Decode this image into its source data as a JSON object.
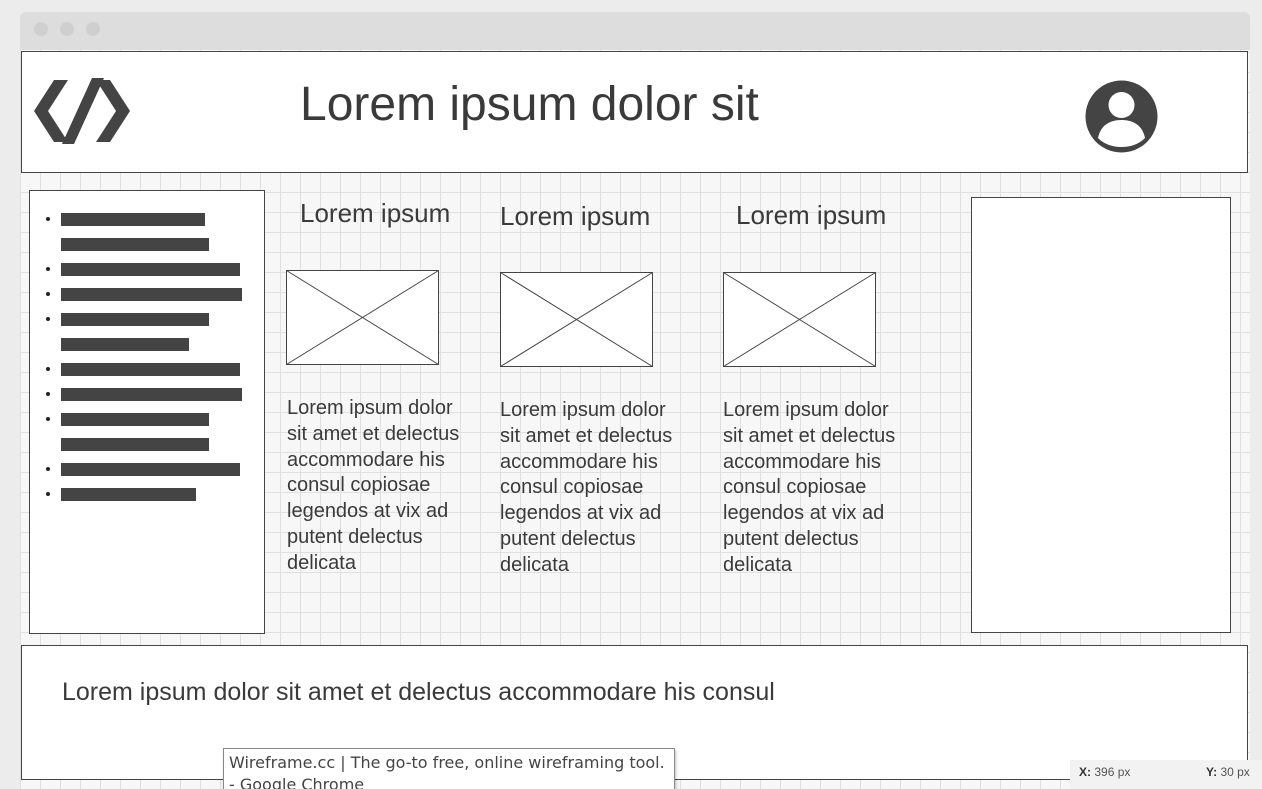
{
  "header": {
    "title": "Lorem ipsum dolor sit",
    "logo_icon": "code-slash-icon",
    "avatar_icon": "user-avatar-icon"
  },
  "sidebar": {
    "items": [
      {
        "bullet": true,
        "bar_fraction": 0.78
      },
      {
        "bullet": false,
        "bar_fraction": 0.8
      },
      {
        "bullet": true,
        "bar_fraction": 0.97
      },
      {
        "bullet": true,
        "bar_fraction": 0.98
      },
      {
        "bullet": true,
        "bar_fraction": 0.8
      },
      {
        "bullet": false,
        "bar_fraction": 0.69
      },
      {
        "bullet": true,
        "bar_fraction": 0.97
      },
      {
        "bullet": true,
        "bar_fraction": 0.98
      },
      {
        "bullet": true,
        "bar_fraction": 0.8
      },
      {
        "bullet": false,
        "bar_fraction": 0.8
      },
      {
        "bullet": true,
        "bar_fraction": 0.97
      },
      {
        "bullet": true,
        "bar_fraction": 0.73
      }
    ]
  },
  "cards": [
    {
      "title": "Lorem ipsum",
      "text": "Lorem ipsum dolor sit amet et delectus accommodare his consul copiosae legendos at vix ad putent delectus delicata"
    },
    {
      "title": "Lorem ipsum",
      "text": "Lorem ipsum dolor sit amet et delectus accommodare his consul copiosae legendos at vix ad putent delectus delicata"
    },
    {
      "title": "Lorem ipsum",
      "text": "Lorem ipsum dolor sit amet et delectus accommodare his consul copiosae legendos at vix ad putent delectus delicata"
    }
  ],
  "footer": {
    "text": "Lorem ipsum dolor sit amet et delectus accommodare his consul"
  },
  "tooltip": {
    "text": "Wireframe.cc | The go-to free, online wireframing tool. - Google Chrome"
  },
  "status": {
    "x_label": "X:",
    "x_value": "396 px",
    "y_label": "Y:",
    "y_value": "30 px"
  },
  "colors": {
    "ink": "#444444",
    "text": "#3a3a3a",
    "grid": "#e0e0e0",
    "background": "#f7f7f7"
  }
}
